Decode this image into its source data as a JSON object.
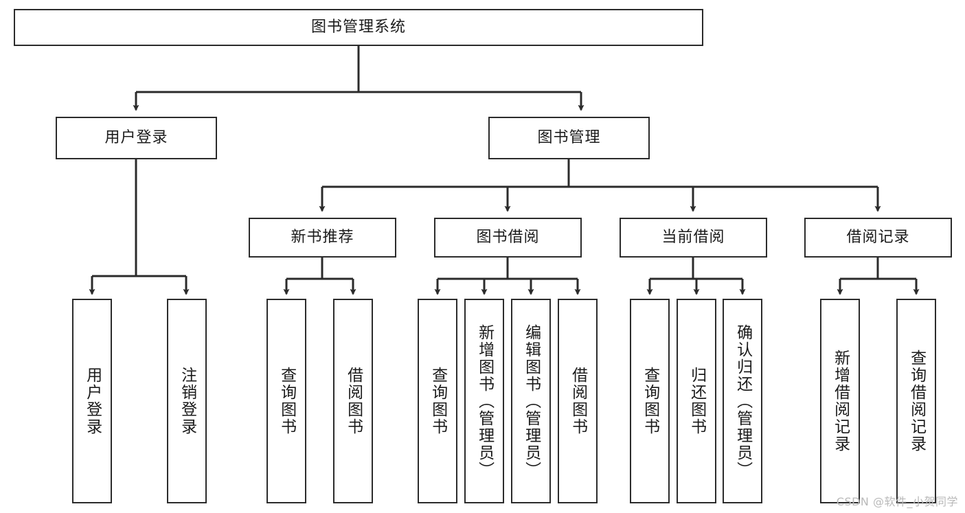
{
  "diagram": {
    "type": "tree-hierarchy",
    "title_node": {
      "label": "图书管理系统"
    },
    "level1": [
      {
        "id": "user-login",
        "label": "用户登录"
      },
      {
        "id": "book-management",
        "label": "图书管理"
      }
    ],
    "level2": [
      {
        "id": "new-book-recommend",
        "label": "新书推荐",
        "parent": "book-management"
      },
      {
        "id": "book-borrow",
        "label": "图书借阅",
        "parent": "book-management"
      },
      {
        "id": "current-borrow",
        "label": "当前借阅",
        "parent": "book-management"
      },
      {
        "id": "borrow-record",
        "label": "借阅记录",
        "parent": "book-management"
      }
    ],
    "leaves": [
      {
        "id": "leaf-user-login",
        "label": "用户登录",
        "parent": "user-login"
      },
      {
        "id": "leaf-logout-login",
        "label": "注销登录",
        "parent": "user-login"
      },
      {
        "id": "leaf-query-book-1",
        "label": "查询图书",
        "parent": "new-book-recommend"
      },
      {
        "id": "leaf-borrow-book-1",
        "label": "借阅图书",
        "parent": "new-book-recommend"
      },
      {
        "id": "leaf-query-book-2",
        "label": "查询图书",
        "parent": "book-borrow"
      },
      {
        "id": "leaf-add-book",
        "label": "新增图书（管理员）",
        "parent": "book-borrow"
      },
      {
        "id": "leaf-edit-book",
        "label": "编辑图书（管理员）",
        "parent": "book-borrow"
      },
      {
        "id": "leaf-borrow-book-2",
        "label": "借阅图书",
        "parent": "book-borrow"
      },
      {
        "id": "leaf-query-book-3",
        "label": "查询图书",
        "parent": "current-borrow"
      },
      {
        "id": "leaf-return-book",
        "label": "归还图书",
        "parent": "current-borrow"
      },
      {
        "id": "leaf-confirm-return",
        "label": "确认归还（管理员）",
        "parent": "current-borrow"
      },
      {
        "id": "leaf-add-record",
        "label": "新增借阅记录",
        "parent": "borrow-record"
      },
      {
        "id": "leaf-query-record",
        "label": "查询借阅记录",
        "parent": "borrow-record"
      }
    ],
    "watermark": "CSDN @软件_小贺同学",
    "colors": {
      "stroke": "#2b2b2b",
      "fill": "#ffffff",
      "text": "#1b1b1b",
      "watermark": "#b9b9b9"
    }
  }
}
